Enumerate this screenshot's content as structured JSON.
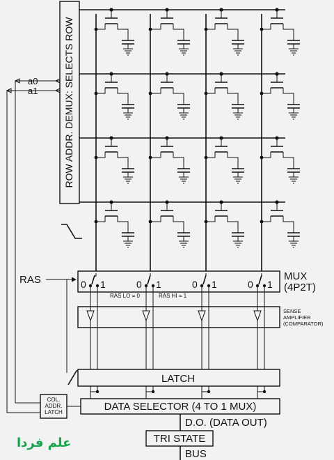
{
  "row_demux": {
    "label": "ROW ADDR. DEMUX: SELECTS ROW"
  },
  "address": {
    "a0": "a0",
    "a1": "a1"
  },
  "ras": {
    "label": "RAS",
    "lo_note": "RAS LO = 0",
    "hi_note": "RAS HI = 1"
  },
  "mux": {
    "line1": "MUX",
    "line2": "(4P2T)",
    "pos0": "0",
    "pos1": "1"
  },
  "sense": {
    "line1": "SENSE",
    "line2": "AMPLIFIER",
    "line3": "(COMPARATOR)"
  },
  "latch": {
    "label": "LATCH"
  },
  "col_latch": {
    "line1": "COL.",
    "line2": "ADDR.",
    "line3": "LATCH"
  },
  "data_selector": {
    "label": "DATA SELECTOR (4 TO 1 MUX)"
  },
  "data_out": {
    "label": "D.O. (DATA OUT)"
  },
  "tristate": {
    "label": "TRI STATE"
  },
  "bus": {
    "label": "BUS"
  },
  "watermark": {
    "text": "علم فردا",
    "color": "#12a84a"
  },
  "grid": {
    "rows": 4,
    "columns": 4
  }
}
